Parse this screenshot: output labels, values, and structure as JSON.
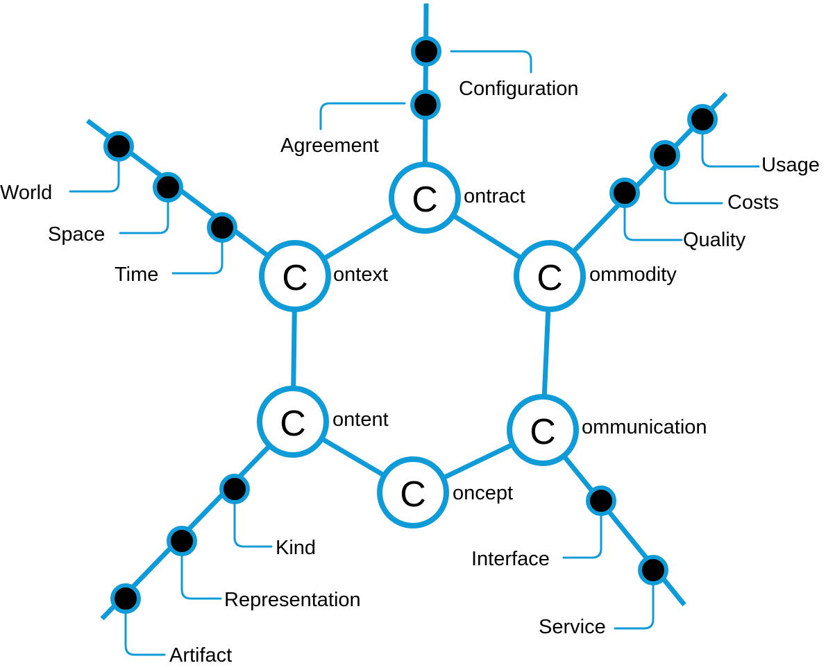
{
  "colors": {
    "accent": "#0f9ad8",
    "dot": "#000000",
    "circle_fill": "#ffffff",
    "text": "#000000"
  },
  "hubs": {
    "contract": {
      "letter": "C",
      "suffix": "ontract"
    },
    "context": {
      "letter": "C",
      "suffix": "ontext"
    },
    "commodity": {
      "letter": "C",
      "suffix": "ommodity"
    },
    "content": {
      "letter": "C",
      "suffix": "ontent"
    },
    "communication": {
      "letter": "C",
      "suffix": "ommunication"
    },
    "concept": {
      "letter": "C",
      "suffix": "oncept"
    }
  },
  "branches": {
    "contract": [
      "Configuration",
      "Agreement"
    ],
    "context": [
      "World",
      "Space",
      "Time"
    ],
    "commodity": [
      "Usage",
      "Costs",
      "Quality"
    ],
    "content": [
      "Kind",
      "Representation",
      "Artifact"
    ],
    "communication": [
      "Interface",
      "Service"
    ]
  }
}
